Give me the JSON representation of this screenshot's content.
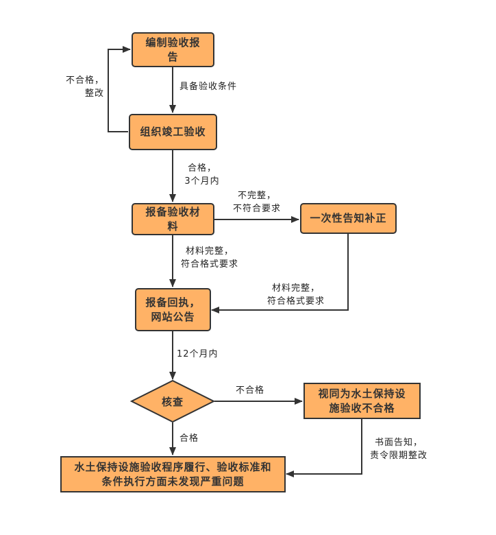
{
  "diagram": {
    "type": "flowchart",
    "colors": {
      "node_fill": "#FFB266",
      "node_stroke": "#333333",
      "edge": "#333333",
      "background": "#FFFFFF"
    },
    "nodes": {
      "compile_report": "编制验收报\n告",
      "organize_acceptance": "组织竣工验收",
      "file_materials": "报备验收材\n料",
      "one_time_notice": "一次性告知补正",
      "filing_receipt": "报备回执，\n网站公告",
      "verify": "核查",
      "deemed_failed": "视同为水土保持设\n施验收不合格",
      "final_result": "水土保持设施验收程序履行、验收标准和\n条件执行方面未发现严重问题"
    },
    "edges": {
      "fail_rectify": "不合格，\n整改",
      "has_conditions": "具备验收条件",
      "pass_3_months": "合格，\n3个月内",
      "incomplete": "不完整，\n不符合要求",
      "complete_left": "材料完整，\n符合格式要求",
      "complete_right": "材料完整，\n符合格式要求",
      "within_12_months": "12个月内",
      "not_pass": "不合格",
      "pass": "合格",
      "written_notice": "书面告知，\n责令限期整改"
    }
  }
}
